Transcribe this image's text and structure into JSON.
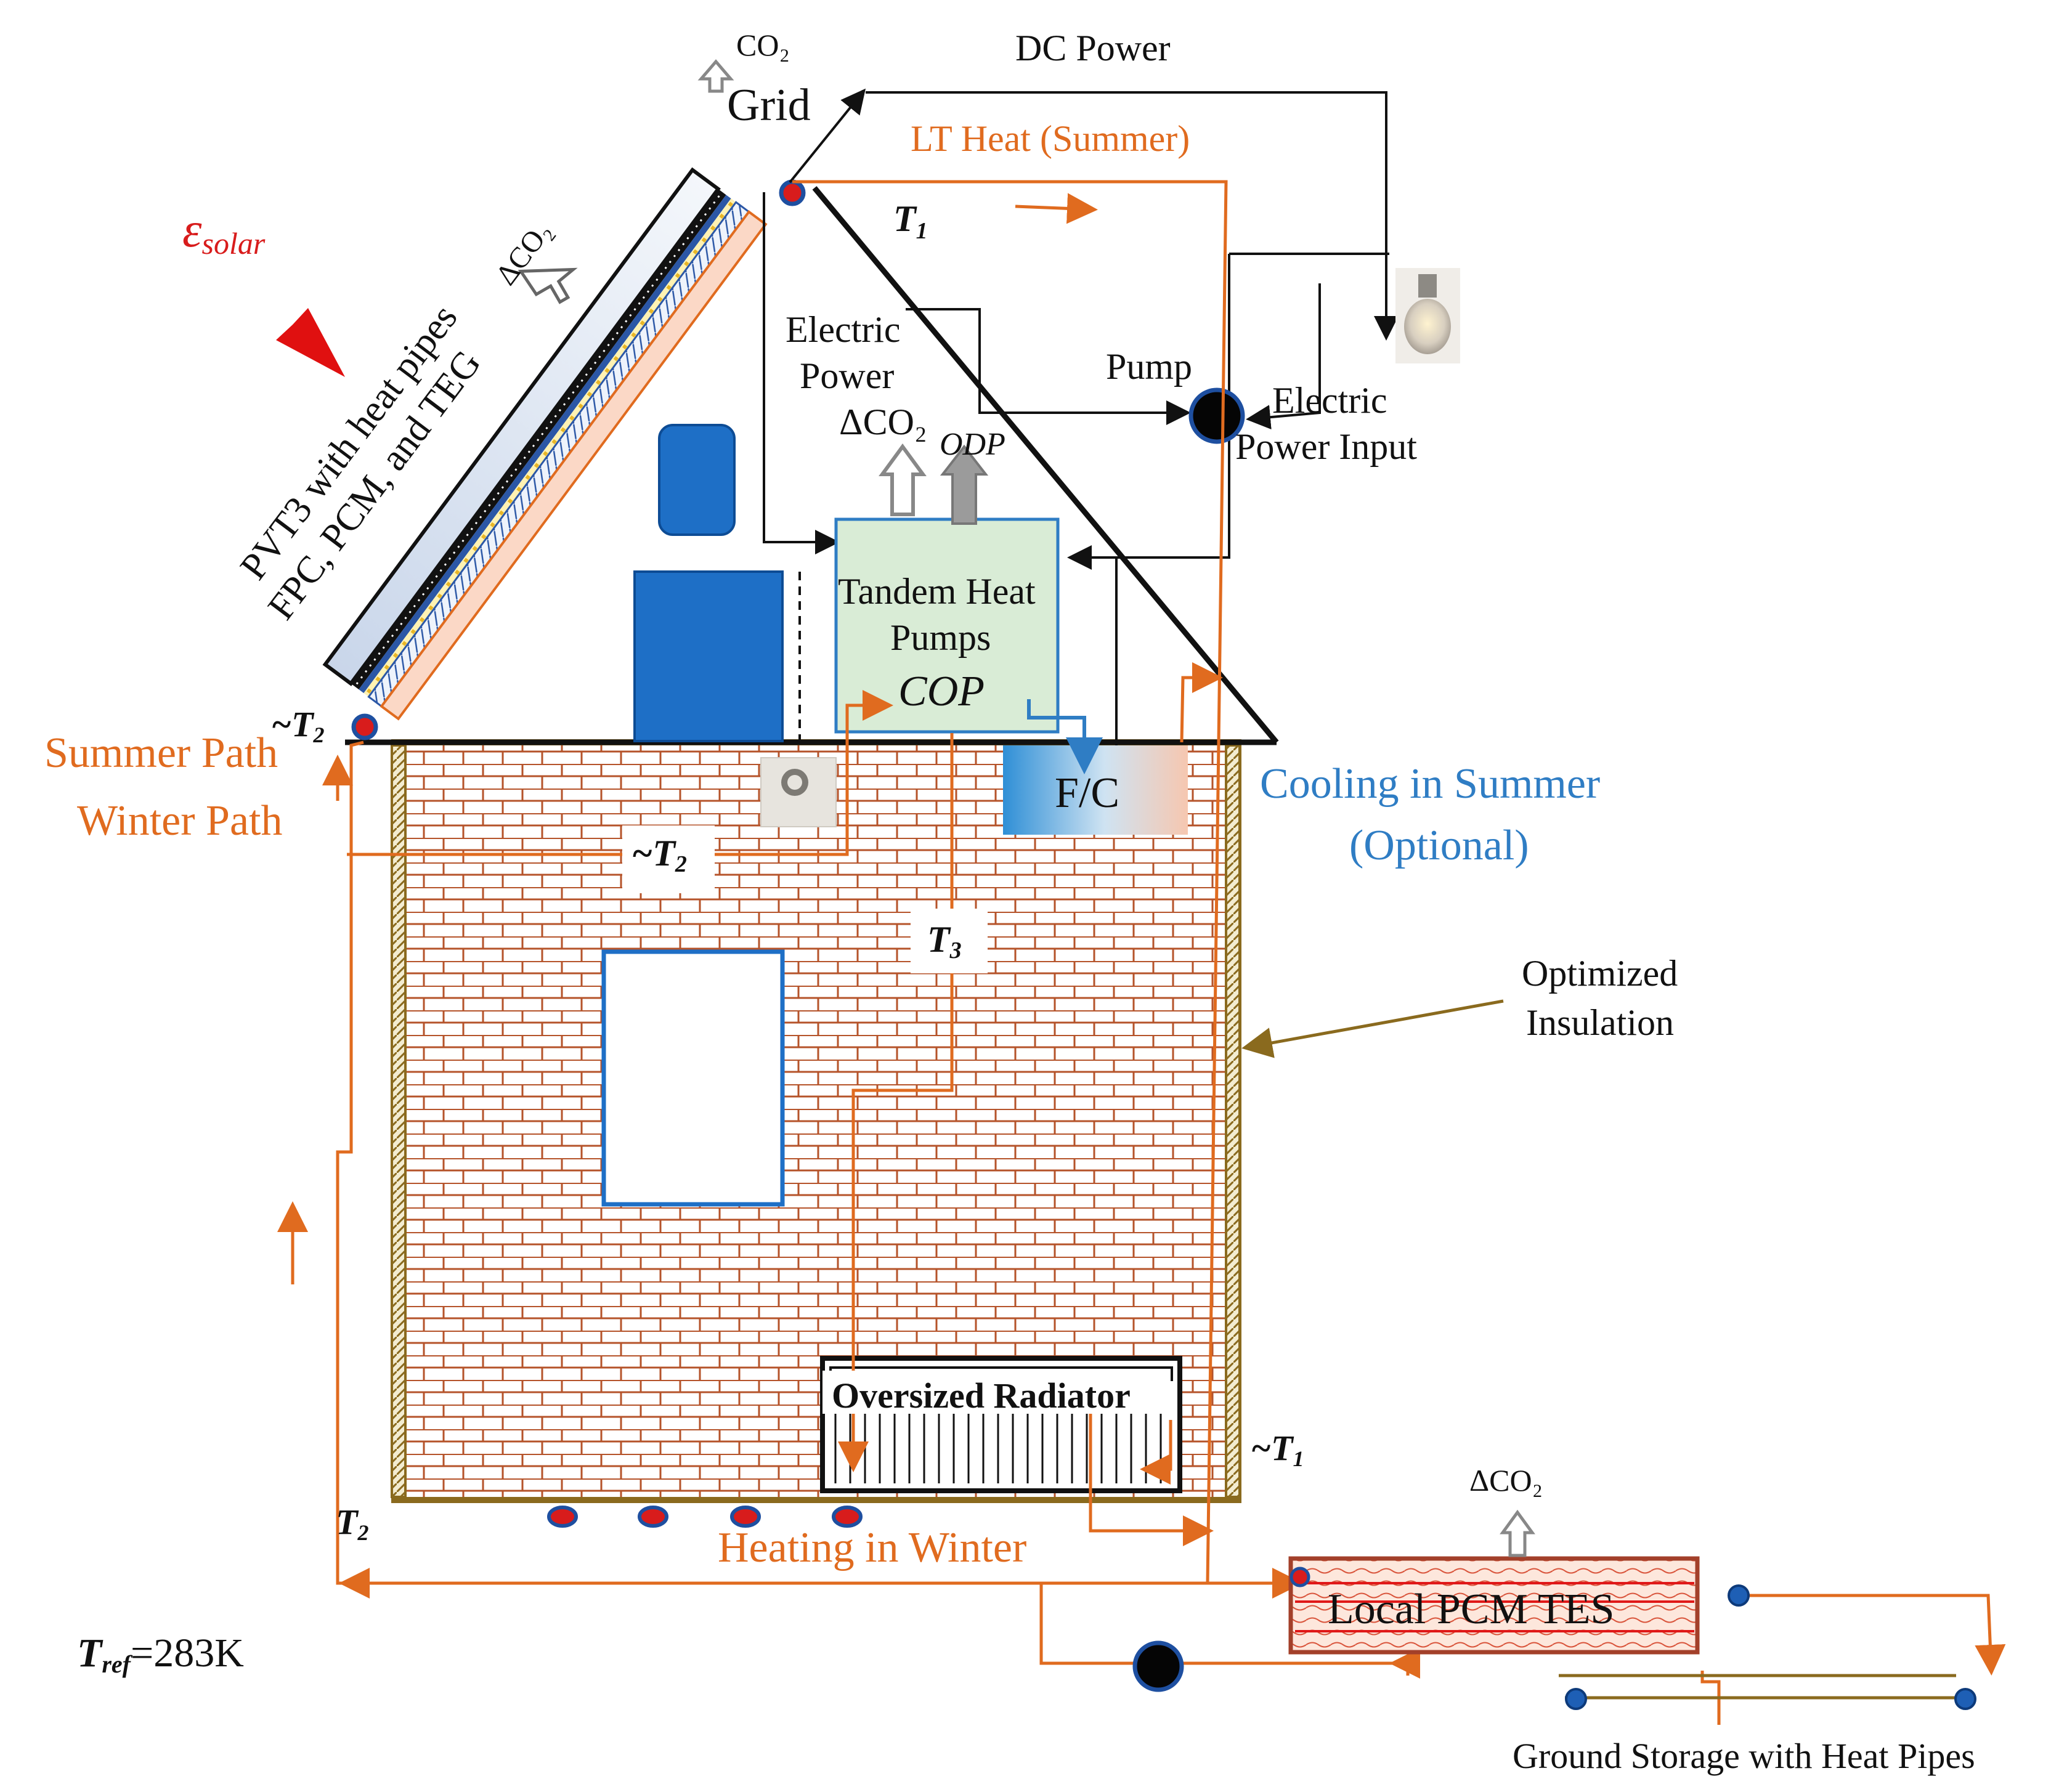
{
  "labels": {
    "co2_top": "CO₂",
    "grid": "Grid",
    "dc_power": "DC Power",
    "lt_heat": "LT Heat (Summer)",
    "eps_main": "ε",
    "eps_sub": "solar",
    "delta_co2_panel": "ΔCO₂",
    "panel_line1": "PVT3 with heat pipes",
    "panel_line2": "FPC, PCM, and TEG",
    "t1_roof": "T",
    "t1_roof_sub": "1",
    "electric_power_line1": "Electric",
    "electric_power_line2": "Power",
    "delta_co2_hp": "ΔCO₂",
    "odp": "ODP",
    "pump": "Pump",
    "electric_input_line1": "Electric",
    "electric_input_line2": "Power Input",
    "hp_line1": "Tandem Heat",
    "hp_line2": "Pumps",
    "hp_cop": "COP",
    "t2_corner": "~T",
    "t2_corner_sub": "2",
    "summer_path": "Summer Path",
    "winter_path": "Winter Path",
    "t2_wall": "~T",
    "t2_wall_sub": "2",
    "fc": "F/C",
    "cooling_line1": "Cooling in Summer",
    "cooling_line2": "(Optional)",
    "t3": "T",
    "t3_sub": "3",
    "insulation_line1": "Optimized",
    "insulation_line2": "Insulation",
    "radiator": "Oversized Radiator",
    "t1_side": "~T",
    "t1_side_sub": "1",
    "t2_bottom": "T",
    "t2_bottom_sub": "2",
    "heating_winter": "Heating in Winter",
    "delta_co2_tes": "ΔCO₂",
    "pcm_tes": "Local PCM TES",
    "tref_main": "T",
    "tref_sub": "ref",
    "tref_val": "=283K",
    "ground_storage": "Ground Storage with Heat Pipes"
  },
  "colors": {
    "flow_orange": "#e06b1f",
    "cooling_blue": "#2f7dc4",
    "brick": "#b5532a",
    "insulation": "#8a6a1e",
    "hp_box_fill": "#d9ecd6",
    "hp_box_border": "#2f7dc4",
    "solar_arrow": "#e01010",
    "window_blue": "#1e6fc6",
    "tes_border": "#a3402a"
  }
}
